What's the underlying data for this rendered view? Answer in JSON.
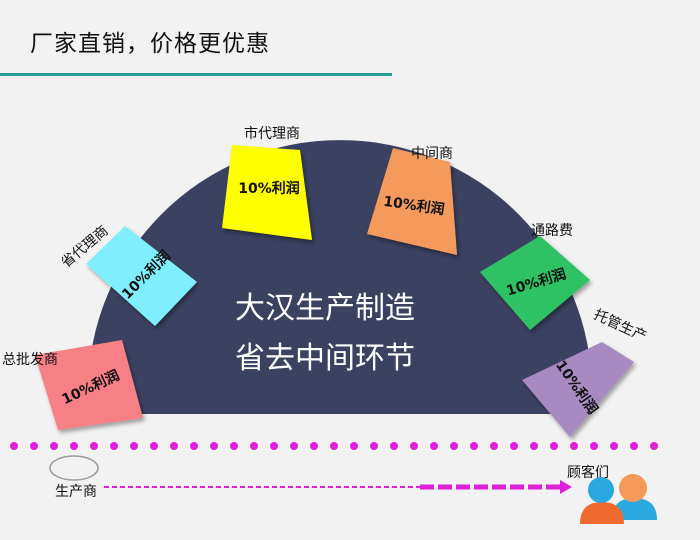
{
  "header": {
    "title": "厂家直销，价格更优惠"
  },
  "center": {
    "line1": "大汉生产制造",
    "line2": "省去中间环节"
  },
  "colors": {
    "accent": "#2a9d96",
    "dome": "#3b4160",
    "dots": "#e020d8",
    "arrow": "#e020d8",
    "card_total_wholesaler": "#f77f86",
    "card_provincial_agent": "#7fefff",
    "card_city_agent": "#ffff00",
    "card_middleman": "#f39a5b",
    "card_transit_fee": "#2fc265",
    "card_managed_production": "#a68ac0",
    "person_front": "#f39a5b",
    "person_back": "#2aa8e0"
  },
  "layers": [
    {
      "id": "total-wholesaler",
      "label": "总批发商",
      "badge": "10%利润"
    },
    {
      "id": "provincial-agent",
      "label": "省代理商",
      "badge": "10%利润"
    },
    {
      "id": "city-agent",
      "label": "市代理商",
      "badge": "10%利润"
    },
    {
      "id": "middleman",
      "label": "中间商",
      "badge": "10%利润"
    },
    {
      "id": "transit-fee",
      "label": "通路费",
      "badge": "10%利润"
    },
    {
      "id": "managed-production",
      "label": "托管生产",
      "badge": "10%利润"
    }
  ],
  "flow": {
    "from": "生产商",
    "to": "顾客们"
  }
}
